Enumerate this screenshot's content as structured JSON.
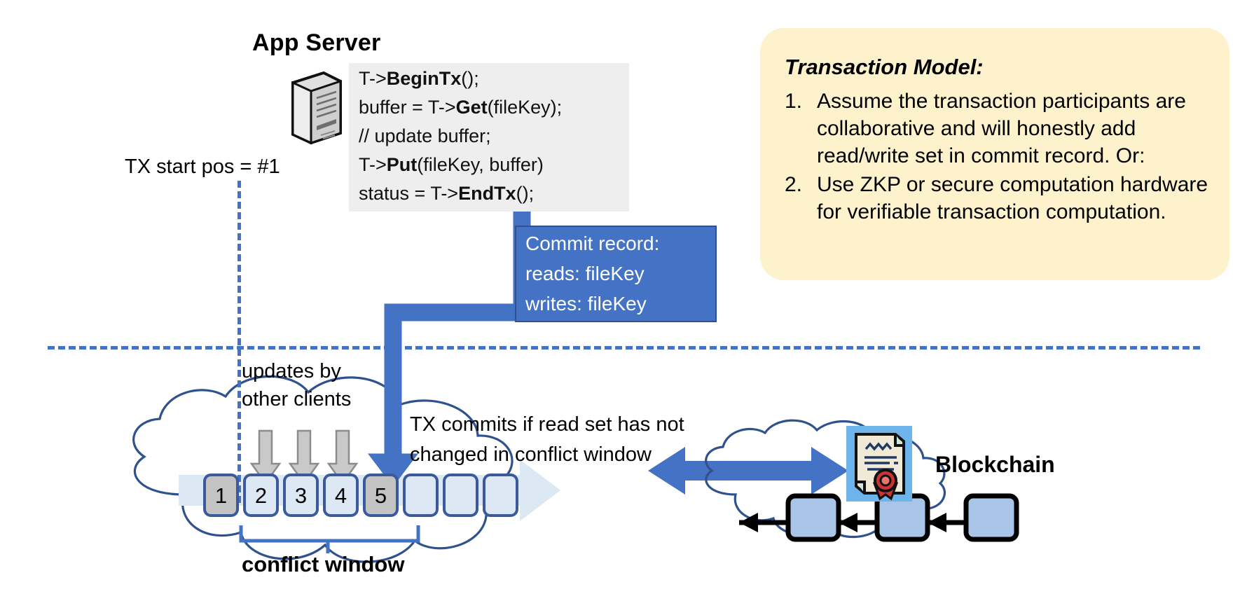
{
  "app_server": {
    "title": "App Server",
    "icon": "server-tower-icon",
    "code_lines": [
      {
        "parts": [
          {
            "t": "T->",
            "b": false
          },
          {
            "t": "BeginTx",
            "b": true
          },
          {
            "t": "();",
            "b": false
          }
        ]
      },
      {
        "parts": [
          {
            "t": "buffer = T->",
            "b": false
          },
          {
            "t": "Get",
            "b": true
          },
          {
            "t": "(fileKey);",
            "b": false
          }
        ]
      },
      {
        "parts": [
          {
            "t": "// update buffer;",
            "b": false
          }
        ]
      },
      {
        "parts": [
          {
            "t": "T->",
            "b": false
          },
          {
            "t": "Put",
            "b": true
          },
          {
            "t": "(fileKey, buffer)",
            "b": false
          }
        ]
      },
      {
        "parts": [
          {
            "t": "status = T->",
            "b": false
          },
          {
            "t": "EndTx",
            "b": true
          },
          {
            "t": "();",
            "b": false
          }
        ]
      }
    ]
  },
  "tx_start": {
    "label": "TX start pos = #1"
  },
  "commit_record": {
    "lines": [
      "Commit record:",
      "reads: fileKey",
      "writes: fileKey"
    ]
  },
  "labels": {
    "updates_by_other_clients": [
      "updates by",
      "other clients"
    ],
    "tx_commits": [
      "TX commits if read set has not",
      "changed in conflict window"
    ],
    "conflict_window": "conflict window",
    "blockchain": "Blockchain"
  },
  "note": {
    "title": "Transaction Model:",
    "items": [
      {
        "num": "1.",
        "text": "Assume the transaction participants are collaborative and will honestly add read/write set in commit record.  Or:"
      },
      {
        "num": "2.",
        "text": "Use ZKP or secure computation hardware for verifiable transaction computation."
      }
    ]
  },
  "ledger": {
    "blocks": [
      {
        "label": "1",
        "state": "filled"
      },
      {
        "label": "2",
        "state": "empty"
      },
      {
        "label": "3",
        "state": "empty"
      },
      {
        "label": "4",
        "state": "empty"
      },
      {
        "label": "5",
        "state": "filled"
      },
      {
        "label": "",
        "state": "empty"
      },
      {
        "label": "",
        "state": "empty"
      },
      {
        "label": "",
        "state": "empty"
      }
    ]
  },
  "colors": {
    "accent_blue": "#4472c4",
    "dark_blue": "#2f528f",
    "cloud_outline": "#2f528f",
    "note_bg": "#fdf2cc",
    "code_bg": "#eeeeee",
    "block_fill": "#dde8f5",
    "block_filled": "#c3c3c3",
    "gray_arrow": "#c9c9c9",
    "certificate_bg": "#6cb4ea",
    "seal_red": "#cc3333"
  }
}
